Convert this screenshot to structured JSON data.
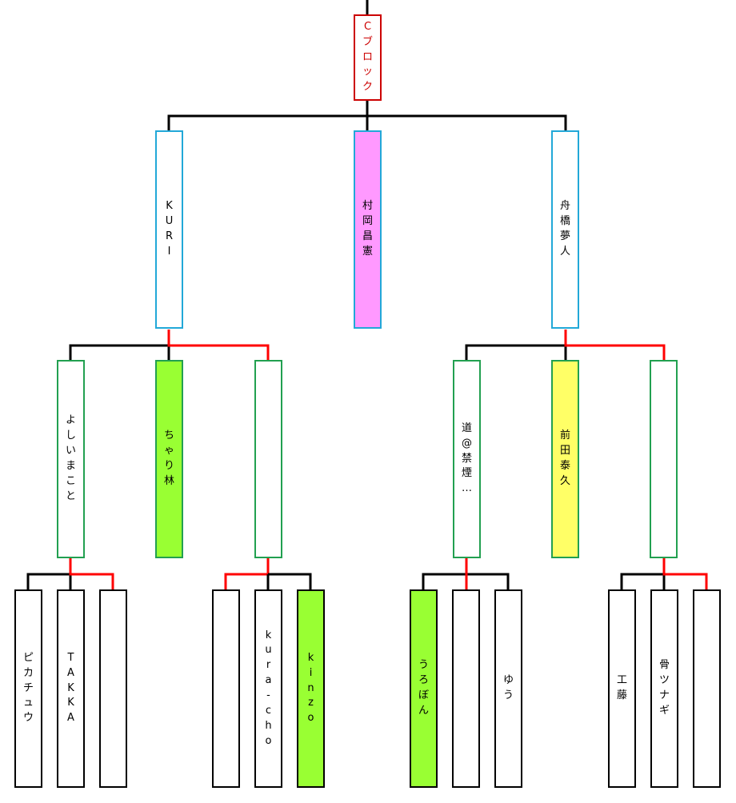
{
  "bracket": {
    "colors": {
      "line_black": "#000000",
      "line_red": "#ff0000",
      "block_border": "#cc0000",
      "block_text": "#cc0000",
      "tier1_border": "#22a8d8",
      "tier2_border": "#22a050",
      "tier3_border": "#000000",
      "pink_fill": "#ff99ff",
      "green_fill": "#99ff33",
      "yellow_fill": "#ffff66",
      "white_fill": "#ffffff"
    },
    "title": "Cブロック",
    "tier1": [
      {
        "name": "KURI",
        "fill": "white"
      },
      {
        "name": "村岡昌憲",
        "fill": "pink"
      },
      {
        "name": "舟橋夢人",
        "fill": "white"
      }
    ],
    "tier2": [
      {
        "name": "よしいまこと",
        "fill": "white"
      },
      {
        "name": "ちゃり林",
        "fill": "green"
      },
      {
        "name": "",
        "fill": "white"
      },
      {
        "name": "道@禁煙…",
        "fill": "white"
      },
      {
        "name": "前田泰久",
        "fill": "yellow"
      },
      {
        "name": "",
        "fill": "white"
      }
    ],
    "tier3": [
      {
        "name": "ピカチュウ",
        "fill": "white"
      },
      {
        "name": "TAKKA",
        "fill": "white"
      },
      {
        "name": "",
        "fill": "white"
      },
      {
        "name": "",
        "fill": "white"
      },
      {
        "name": "kura-cho",
        "fill": "white"
      },
      {
        "name": "kinzo",
        "fill": "green"
      },
      {
        "name": "うろぼん",
        "fill": "green"
      },
      {
        "name": "",
        "fill": "white"
      },
      {
        "name": "ゆう",
        "fill": "white"
      },
      {
        "name": "工藤",
        "fill": "white"
      },
      {
        "name": "骨ツナギ",
        "fill": "white"
      },
      {
        "name": "",
        "fill": "white"
      }
    ]
  }
}
